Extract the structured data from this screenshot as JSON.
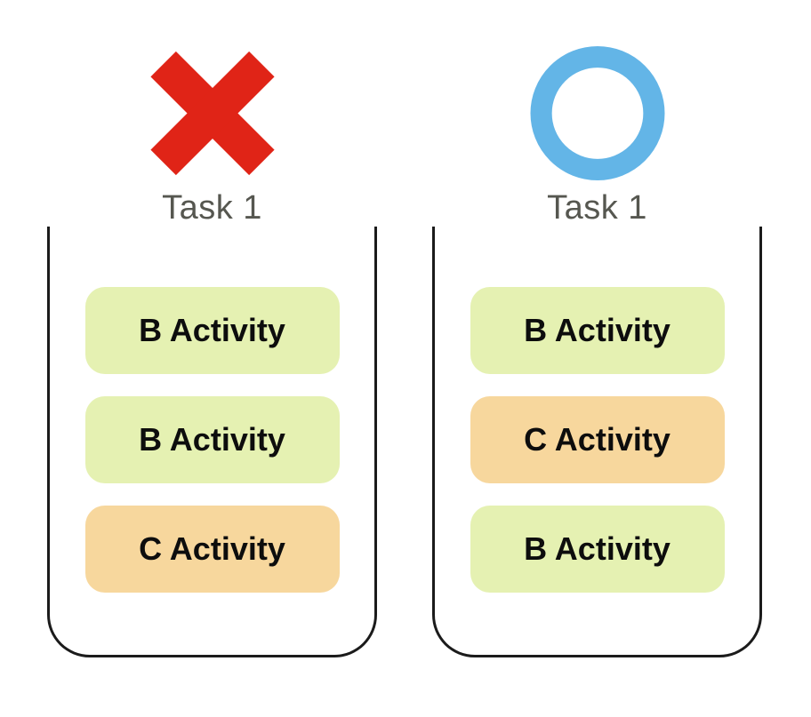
{
  "diagram": {
    "description": "Comparison of two task back-stacks: incorrect (duplicate B Activity) vs correct (B, C, B order)",
    "left_panel": {
      "verdict": "incorrect",
      "status_icon": "x-mark-icon",
      "title": "Task 1",
      "activities": [
        {
          "label": "B Activity",
          "type": "B"
        },
        {
          "label": "B Activity",
          "type": "B"
        },
        {
          "label": "C Activity",
          "type": "C"
        }
      ]
    },
    "right_panel": {
      "verdict": "correct",
      "status_icon": "circle-icon",
      "title": "Task 1",
      "activities": [
        {
          "label": "B Activity",
          "type": "B"
        },
        {
          "label": "C Activity",
          "type": "C"
        },
        {
          "label": "B Activity",
          "type": "B"
        }
      ]
    }
  },
  "colors": {
    "red": "#e02417",
    "blue": "#63b5e7",
    "green": "#e5f1b2",
    "orange": "#f7d79d",
    "border": "#1b1b1b",
    "title": "#565750",
    "activity_text": "#0d0d0d"
  }
}
